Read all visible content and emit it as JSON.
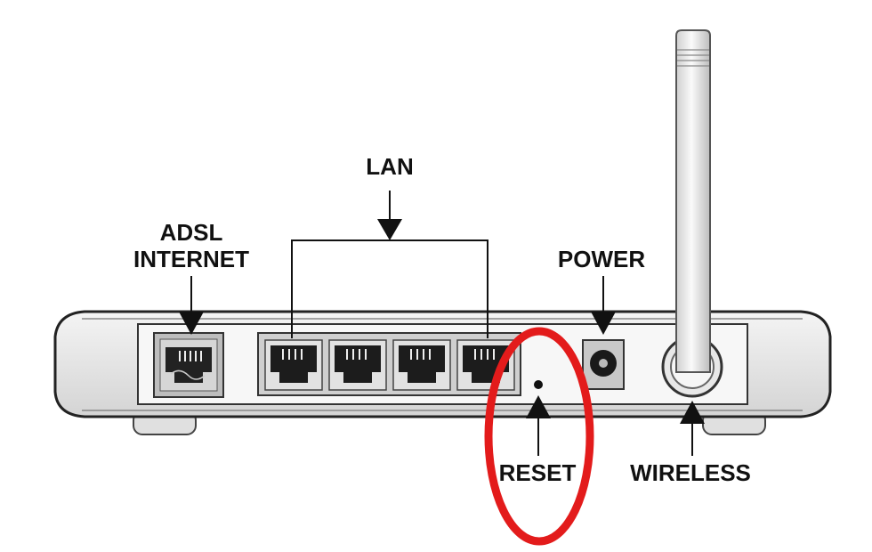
{
  "labels": {
    "lan": "LAN",
    "adsl_line1": "ADSL",
    "adsl_line2": "INTERNET",
    "power": "POWER",
    "reset": "RESET",
    "wireless": "WIRELESS"
  },
  "colors": {
    "highlight": "#e31b1b",
    "outline": "#111111",
    "body": "#e6e6e6",
    "panel": "#d9d9d9"
  },
  "lan_port_count": 4
}
